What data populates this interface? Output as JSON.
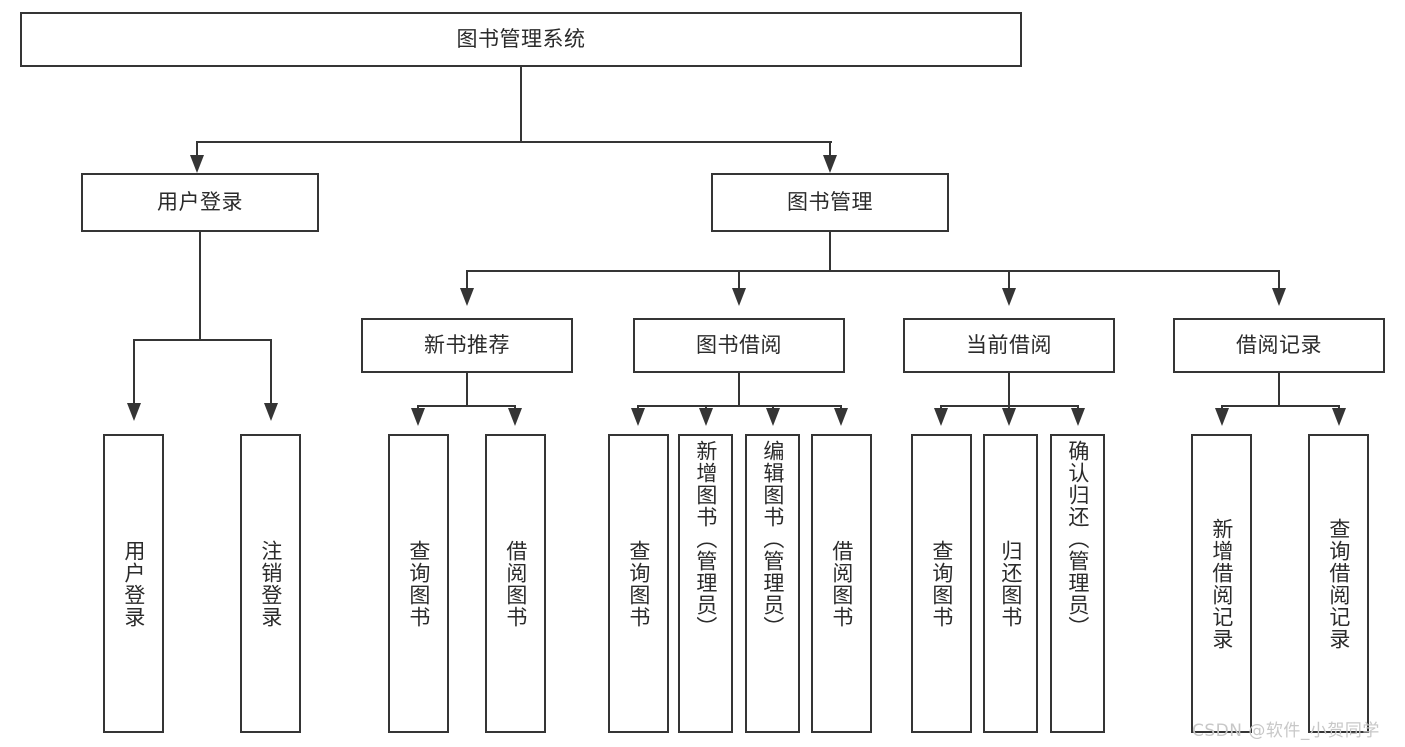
{
  "diagram": {
    "type": "tree",
    "title": "图书管理系统",
    "root": {
      "label": "图书管理系统"
    },
    "level2": [
      {
        "label": "用户登录"
      },
      {
        "label": "图书管理"
      }
    ],
    "level3": [
      {
        "label": "新书推荐"
      },
      {
        "label": "图书借阅"
      },
      {
        "label": "当前借阅"
      },
      {
        "label": "借阅记录"
      }
    ],
    "leaves": {
      "user_login": [
        {
          "label": "用户登录"
        },
        {
          "label": "注销登录"
        }
      ],
      "new_book_recommend": [
        {
          "label": "查询图书"
        },
        {
          "label": "借阅图书"
        }
      ],
      "book_borrow": [
        {
          "label": "查询图书"
        },
        {
          "label": "新增图书（管理员）"
        },
        {
          "label": "编辑图书（管理员）"
        },
        {
          "label": "借阅图书"
        }
      ],
      "current_borrow": [
        {
          "label": "查询图书"
        },
        {
          "label": "归还图书"
        },
        {
          "label": "确认归还（管理员）"
        }
      ],
      "borrow_record": [
        {
          "label": "新增借阅记录"
        },
        {
          "label": "查询借阅记录"
        }
      ]
    }
  },
  "watermark": {
    "text": "CSDN @软件_小贺同学"
  },
  "colors": {
    "border": "#353535",
    "text": "#2b2b2b",
    "background": "#ffffff",
    "watermark": "#c8c8c8"
  }
}
